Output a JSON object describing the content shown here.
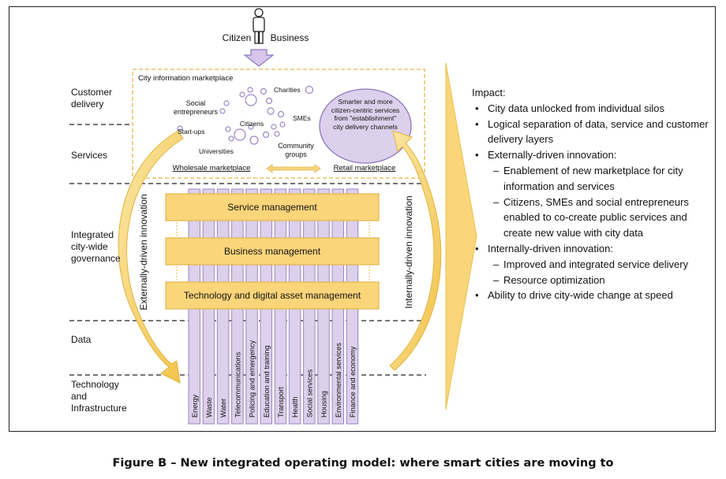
{
  "actors": {
    "citizen": "Citizen",
    "business": "Business"
  },
  "layers": {
    "customer_delivery": "Customer delivery",
    "services": "Services",
    "integrated_governance": "Integrated city-wide governance",
    "data": "Data",
    "technology": "Technology and Infrastructure"
  },
  "marketplace": {
    "title": "City information marketplace",
    "charities": "Charities",
    "social_entrepreneurs": "Social entrepreneurs",
    "citizens": "Citizens",
    "smes": "SMEs",
    "startups": "Start-ups",
    "universities": "Universities",
    "community_groups": "Community groups",
    "smarter_services": "Smarter and more citizen-centric services from \"establishment\" city delivery channels",
    "wholesale": "Wholesale marketplace",
    "retail": "Retail marketplace"
  },
  "management": {
    "service": "Service management",
    "business": "Business management",
    "technology": "Technology and digital asset management"
  },
  "innovation": {
    "external": "Externally-driven innovation",
    "internal": "Internally-driven innovation"
  },
  "sectors": [
    "Energy",
    "Waste",
    "Water",
    "Telecommunications",
    "Policing and emergency",
    "Education and training",
    "Transport",
    "Health",
    "Social services",
    "Housing",
    "Environmental services",
    "Finance and economy"
  ],
  "impact": {
    "heading": "Impact:",
    "items": [
      {
        "text": "City data unlocked from individual silos"
      },
      {
        "text": "Logical separation of data, service and customer delivery layers"
      },
      {
        "text": "Externally-driven innovation:",
        "sub": [
          "Enablement of new marketplace for city information and services",
          "Citizens, SMEs and social entrepreneurs enabled to co-create public services and create new value with city data"
        ]
      },
      {
        "text": "Internally-driven innovation:",
        "sub": [
          "Improved and integrated service delivery",
          "Resource optimization"
        ]
      },
      {
        "text": "Ability to drive city-wide change at speed"
      }
    ]
  },
  "caption": "Figure B – New integrated operating model: where smart cities are moving to",
  "colors": {
    "yellow_fill": "#fbd57a",
    "yellow_line": "#e8c24a",
    "purple_fill": "#ddd0ec",
    "purple_line": "#9b86c4",
    "arrow_fill": "#f6d67e"
  }
}
